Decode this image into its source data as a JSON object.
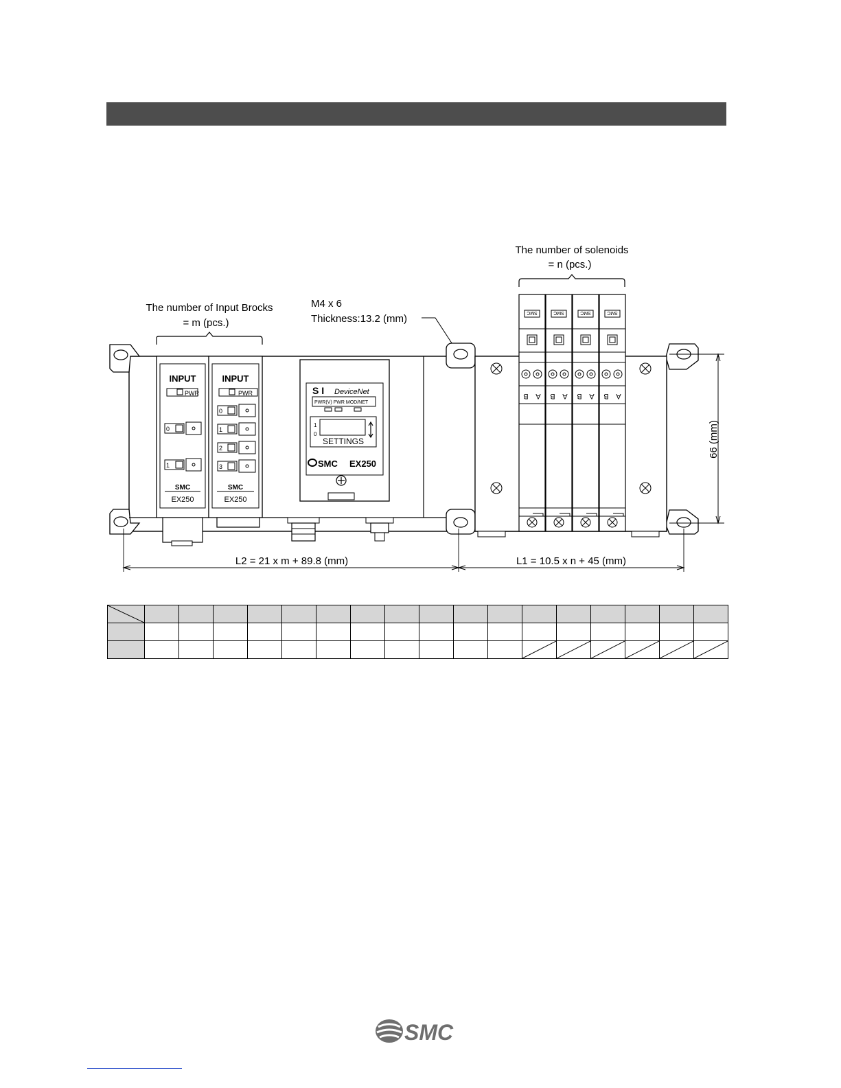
{
  "annotations": {
    "input_blocks_line1": "The number of Input Brocks",
    "input_blocks_line2": "= m (pcs.)",
    "solenoids_line1": "The number of solenoids",
    "solenoids_line2": "= n (pcs.)",
    "screw_line1": "M4 x 6",
    "screw_line2": "Thickness:13.2 (mm)",
    "height_dim": "66 (mm)",
    "l2_dim": "L2 = 21 x m + 89.8 (mm)",
    "l1_dim": "L1 = 10.5 x n + 45 (mm)"
  },
  "input_block": {
    "title": "INPUT",
    "pwr": "PWR",
    "brand": "SMC",
    "model": "EX250",
    "left_channels": [
      "0",
      "1"
    ],
    "right_channels": [
      "0",
      "1",
      "2",
      "3"
    ]
  },
  "si_unit": {
    "title": "S I",
    "subtitle": "DeviceNet",
    "leds": "PWR(V) PWR MOD/NET",
    "switch_top": "1",
    "switch_bottom": "0",
    "settings": "SETTINGS",
    "brand": "SMC",
    "model": "EX250"
  },
  "valve": {
    "label": "SMC",
    "port_b": "B",
    "port_a": "A"
  },
  "footer": {
    "logo": "SMC"
  }
}
